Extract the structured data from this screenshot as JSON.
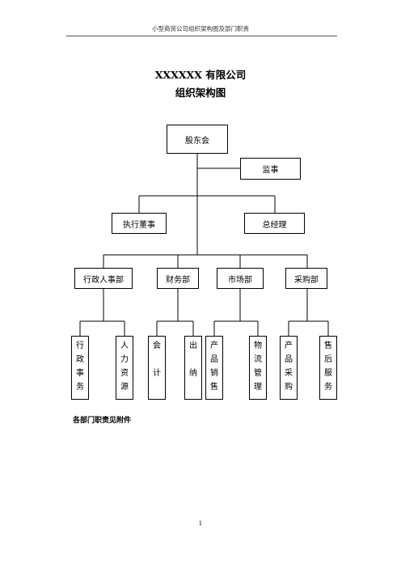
{
  "header": {
    "title": "小型商贸公司组织架构图及部门职责"
  },
  "document": {
    "company": "XXXXXX 有限公司",
    "chart_title": "组织架构图",
    "note": "各部门职责见附件",
    "page_number": "1"
  },
  "org": {
    "shareholders": "股东会",
    "supervisor": "监事",
    "executive_director": "执行董事",
    "general_manager": "总经理",
    "departments": [
      "行政人事部",
      "财务部",
      "市场部",
      "采购部"
    ],
    "roles": [
      [
        "行",
        "政",
        "事",
        "务"
      ],
      [
        "人",
        "力",
        "资",
        "源"
      ],
      [
        "会",
        "",
        "计"
      ],
      [
        "出",
        "",
        "纳"
      ],
      [
        "产",
        "品",
        "销",
        "售"
      ],
      [
        "物",
        "流",
        "管",
        "理"
      ],
      [
        "产",
        "品",
        "采",
        "购"
      ],
      [
        "售",
        "后",
        "服",
        "务"
      ]
    ]
  }
}
